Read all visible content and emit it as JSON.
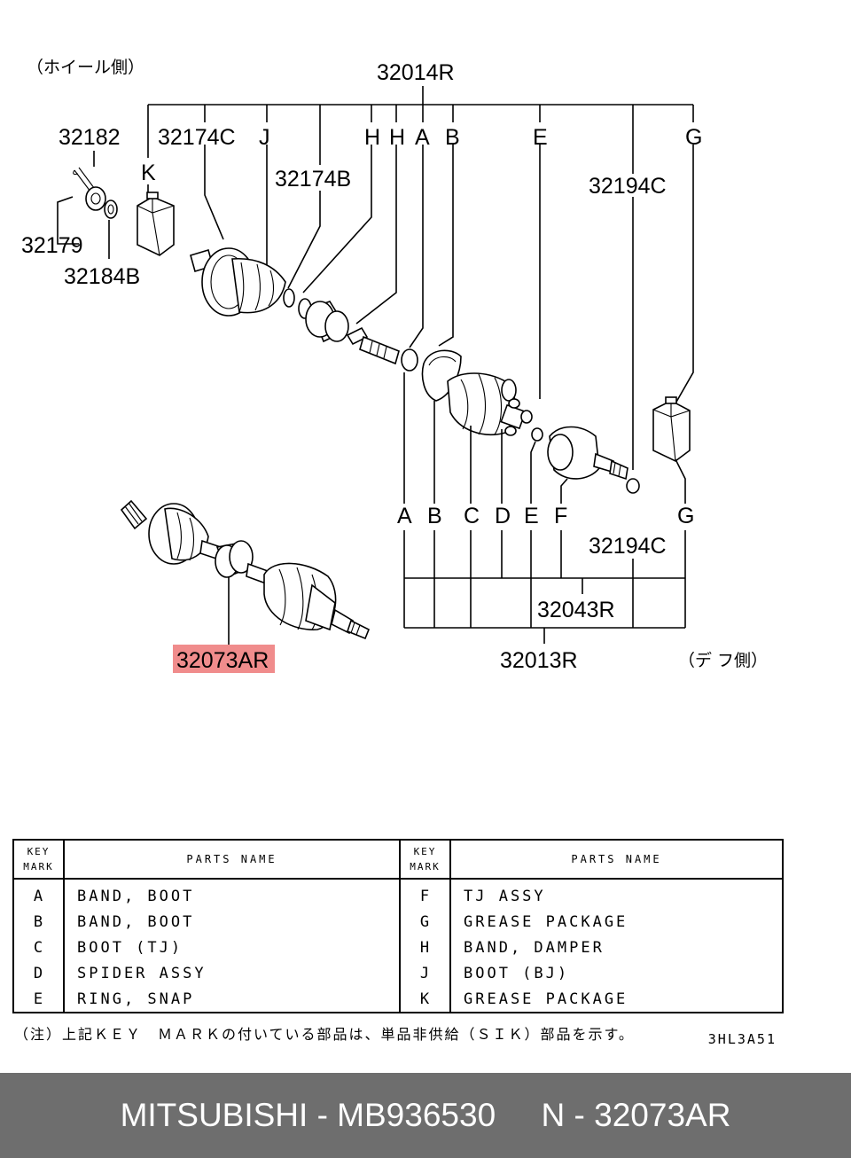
{
  "diagram": {
    "side_labels": {
      "wheel_side": "（ホイール側）",
      "diff_side": "（デ フ側）"
    },
    "part_numbers": {
      "p32014R": "32014R",
      "p32182": "32182",
      "p32174C": "32174C",
      "p32174B": "32174B",
      "p32179": "32179",
      "p32184B": "32184B",
      "p32194C_top": "32194C",
      "p32194C_bottom": "32194C",
      "p32043R": "32043R",
      "p32013R": "32013R",
      "p32073AR_highlight": "32073A",
      "p32073AR_suffix": "R"
    },
    "key_letters_top": {
      "J": "J",
      "H1": "H",
      "H2": "H",
      "A": "A",
      "B": "B",
      "E": "E",
      "G": "G",
      "K": "K"
    },
    "key_letters_bottom": {
      "A": "A",
      "B": "B",
      "C": "C",
      "D": "D",
      "E": "E",
      "F": "F",
      "G": "G"
    },
    "highlight_color": "#f08c8c"
  },
  "legend": {
    "header": {
      "key_mark_line1": "KEY",
      "key_mark_line2": "MARK",
      "parts_name": "PARTS NAME"
    },
    "left_rows": [
      {
        "key": "A",
        "name": "BAND, BOOT"
      },
      {
        "key": "B",
        "name": "BAND, BOOT"
      },
      {
        "key": "C",
        "name": "BOOT (TJ)"
      },
      {
        "key": "D",
        "name": "SPIDER ASSY"
      },
      {
        "key": "E",
        "name": "RING, SNAP"
      }
    ],
    "right_rows": [
      {
        "key": "F",
        "name": "TJ ASSY"
      },
      {
        "key": "G",
        "name": "GREASE PACKAGE"
      },
      {
        "key": "H",
        "name": "BAND, DAMPER"
      },
      {
        "key": "J",
        "name": "BOOT (BJ)"
      },
      {
        "key": "K",
        "name": "GREASE PACKAGE"
      }
    ]
  },
  "footnote": "（注）上記ＫＥＹ　ＭＡＲＫの付いている部品は、単品非供給（ＳＩＫ）部品を示す。",
  "drawing_code": "3HL3A51",
  "footer": "MITSUBISHI - MB936530     N - 32073AR"
}
